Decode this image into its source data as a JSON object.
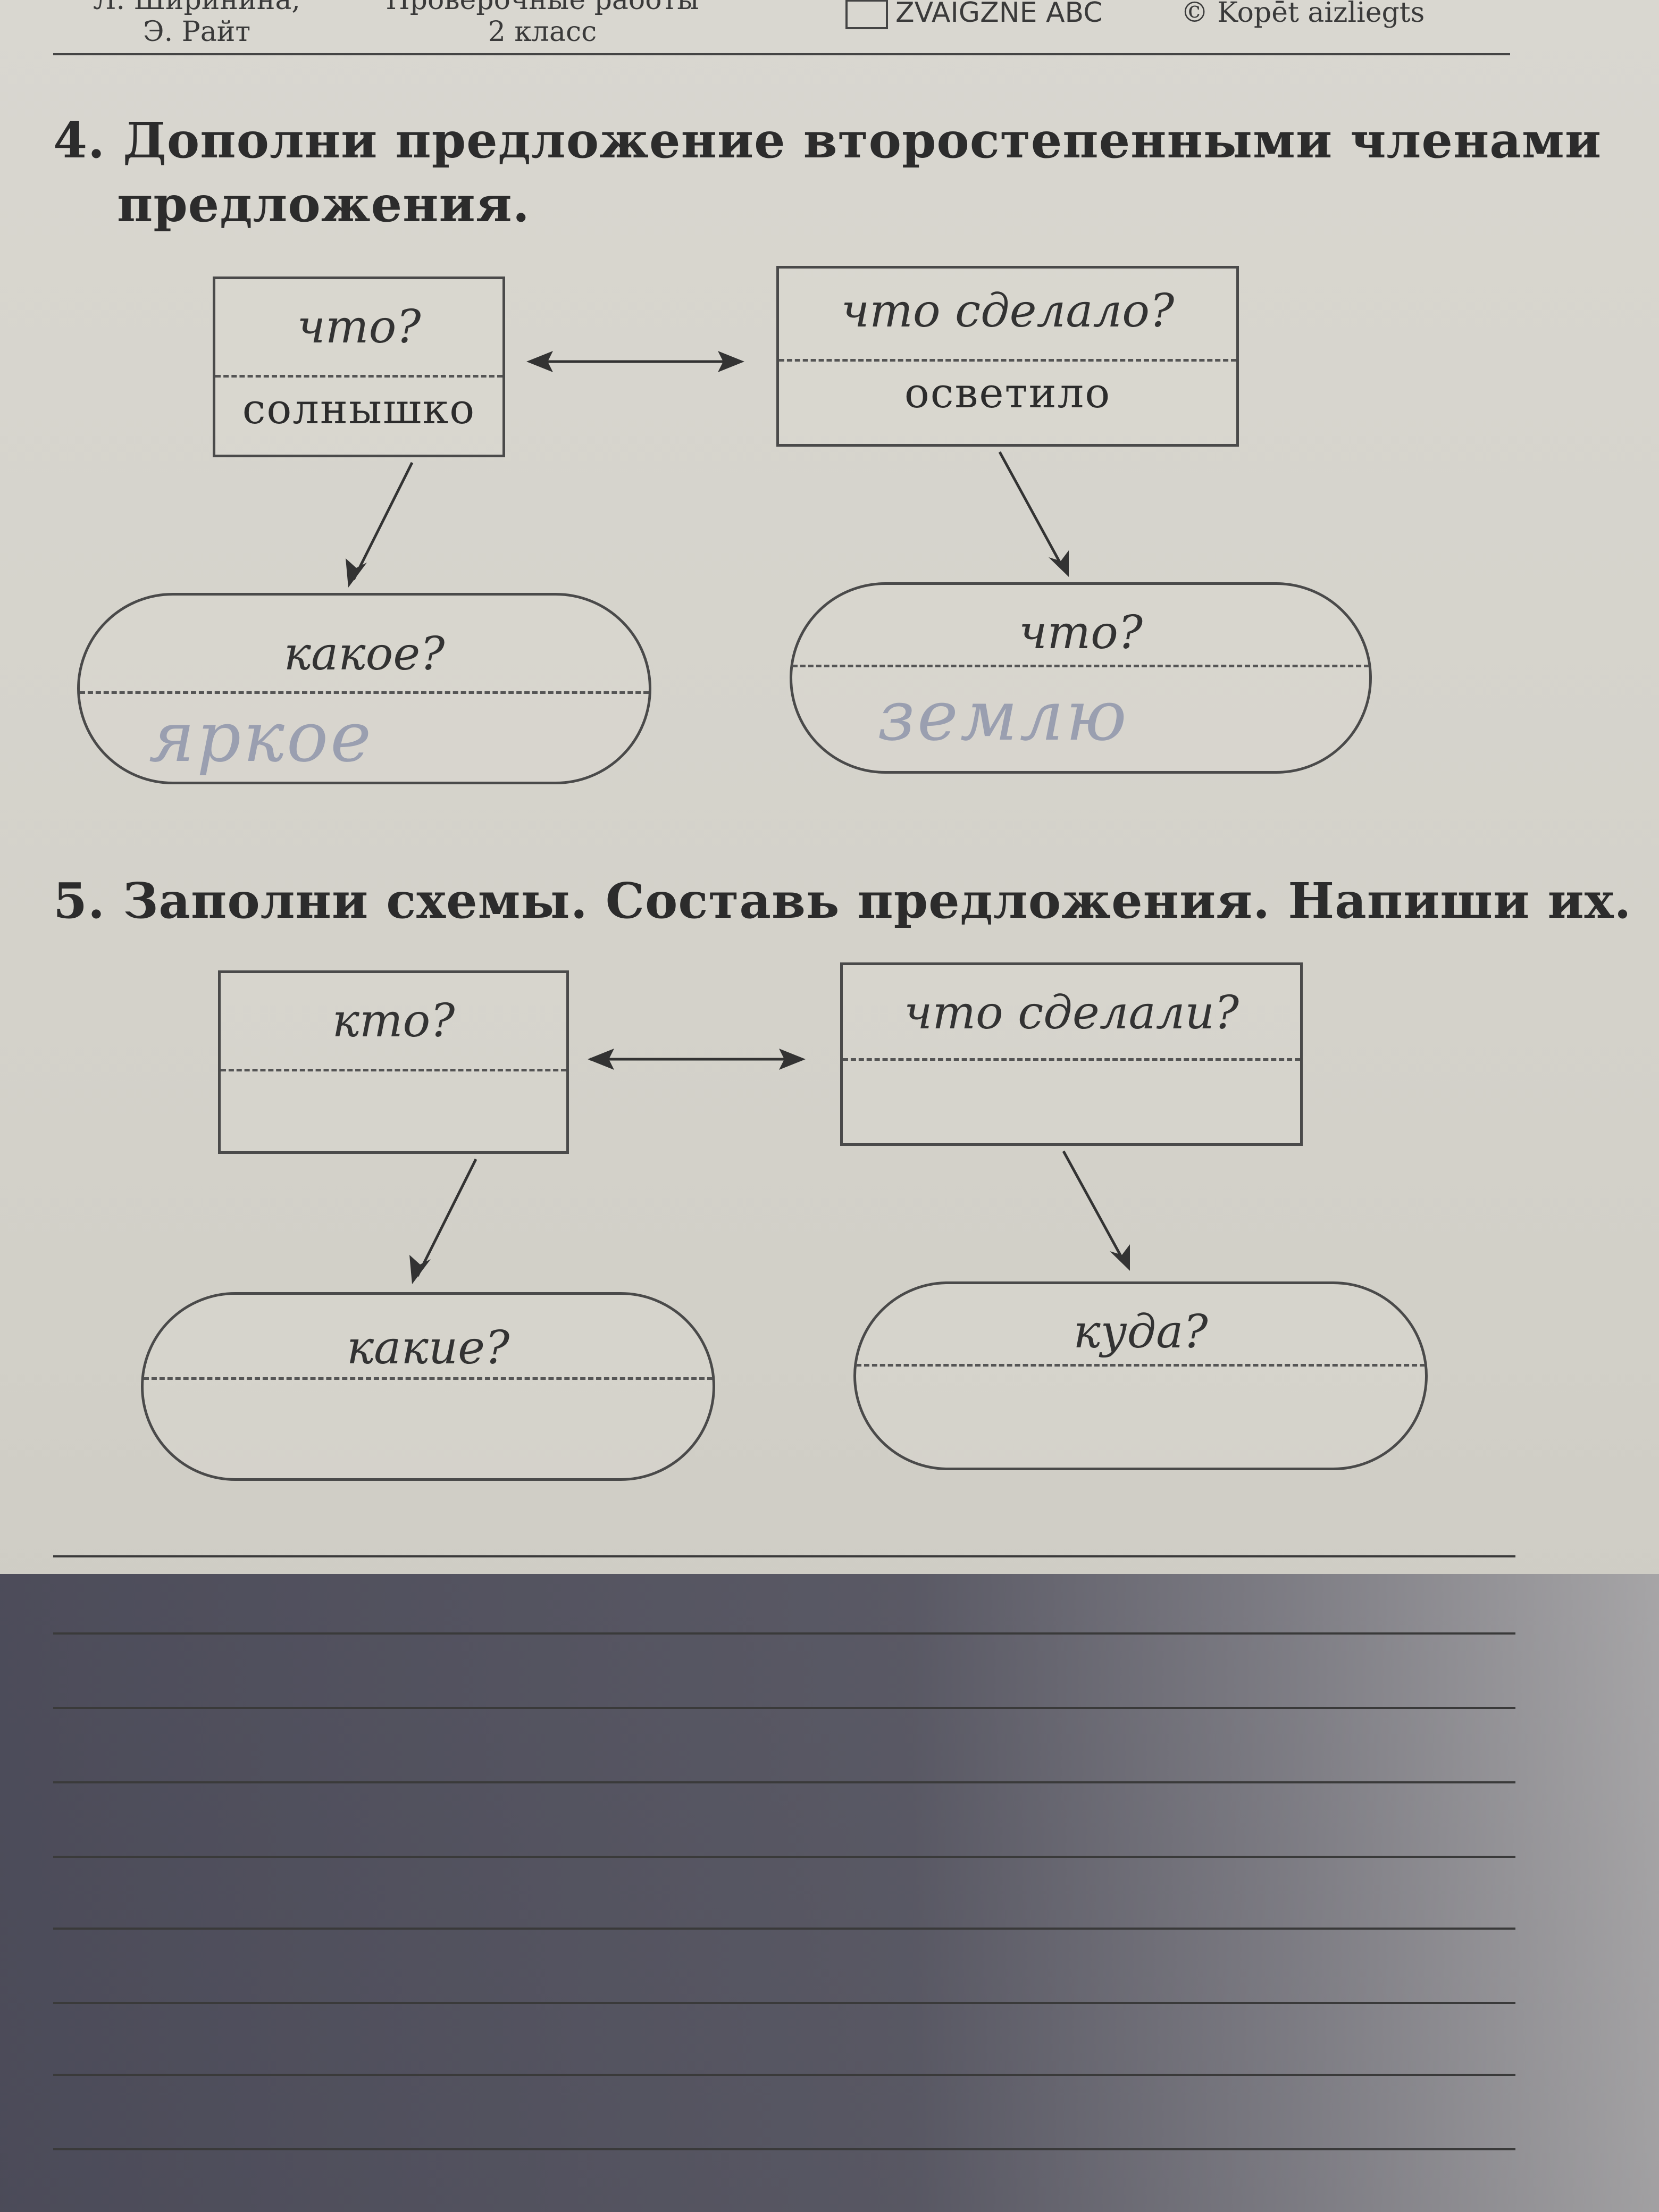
{
  "header": {
    "authors_line1": "Л. Ширинина,",
    "authors_line2": "Э. Райт",
    "book_line1": "Проверочные работы",
    "book_line2": "2 класс",
    "publisher": "ZVAIGZNE ABC",
    "copyright": "© Kopēt aizliegts"
  },
  "task4": {
    "title_line1": "4. Дополни предложение второстепенными членами",
    "title_line2": "предложения.",
    "subject_box": {
      "question": "что?",
      "word": "солнышко"
    },
    "predicate_box": {
      "question": "что сделало?",
      "word": "осветило"
    },
    "left_pill": {
      "question": "какое?",
      "handwritten": "яркое"
    },
    "right_pill": {
      "question": "что?",
      "handwritten": "землю"
    }
  },
  "task5": {
    "title": "5. Заполни схемы. Составь предложения. Напиши их.",
    "subject_box": {
      "question": "кто?",
      "word": ""
    },
    "predicate_box": {
      "question": "что сделали?",
      "word": ""
    },
    "left_pill": {
      "question": "какие?"
    },
    "right_pill": {
      "question": "куда?"
    }
  },
  "colors": {
    "paper": "#d4d2cb",
    "ink": "#2c2c2c",
    "pencil": "#9a9fb0",
    "shadow": "#28283c"
  }
}
